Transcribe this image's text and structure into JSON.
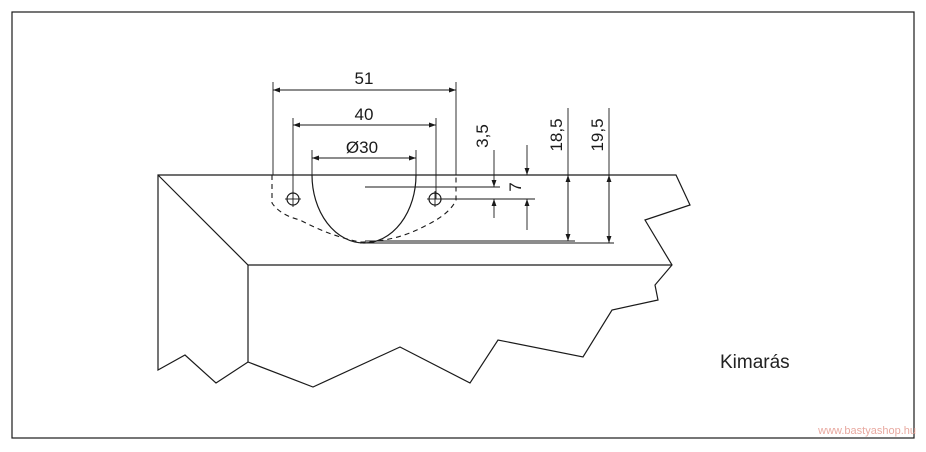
{
  "dimensions": {
    "d51": "51",
    "d40": "40",
    "d30": "Ø30",
    "d3_5": "3,5",
    "d7": "7",
    "d18_5": "18,5",
    "d19_5": "19,5"
  },
  "caption": "Kimarás",
  "watermark": "www.bastyashop.hu",
  "colors": {
    "ink": "#1a1a1a",
    "watermark": "#e8a9a0"
  }
}
